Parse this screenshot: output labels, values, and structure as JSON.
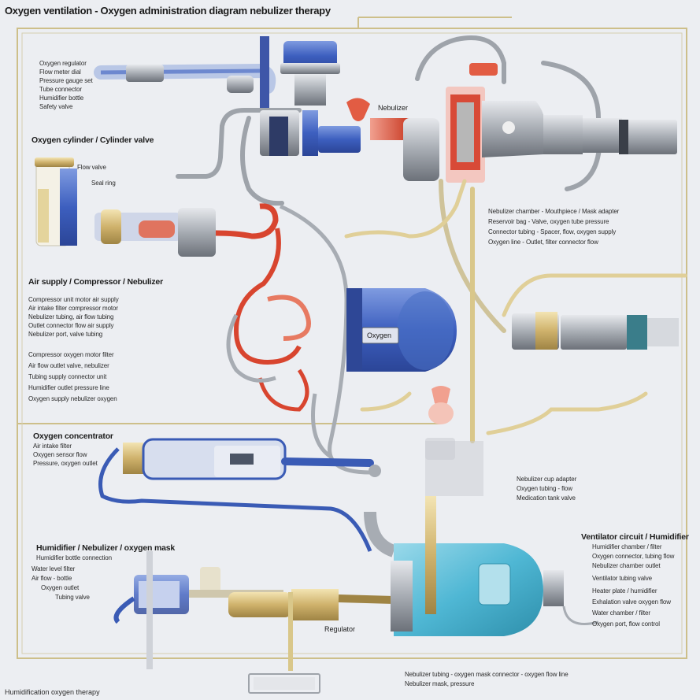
{
  "title": "Oxygen ventilation - Oxygen administration diagram nebulizer therapy",
  "labels": {
    "top_left": [
      "Oxygen regulator",
      "Flow meter dial",
      "Pressure gauge set",
      "Tube connector",
      "Humidifier bottle",
      "Safety valve"
    ],
    "cylinder_header": "Oxygen cylinder / Cylinder valve",
    "cylinder_small": [
      "Flow valve",
      "Seal ring"
    ],
    "top_center": "Nebulizer",
    "right_upper": [
      "Nebulizer chamber - Mouthpiece / Mask adapter",
      "Reservoir bag - Valve, oxygen tube pressure",
      "Connector tubing - Spacer, flow, oxygen supply",
      "Oxygen line - Outlet, filter connector flow"
    ],
    "mid_left_header": "Air supply / Compressor / Nebulizer",
    "mid_left_1": [
      "Compressor unit motor air supply",
      "Air intake filter compressor motor",
      "Nebulizer tubing, air flow tubing",
      "Outlet connector flow air supply",
      "Nebulizer port, valve tubing"
    ],
    "mid_left_2": [
      "Compressor oxygen motor filter",
      "Air flow outlet valve, nebulizer",
      "Tubing supply connector unit",
      "Humidifier outlet pressure line",
      "Oxygen supply nebulizer oxygen"
    ],
    "compressor_label": "Oxygen",
    "lower_left_header": "Oxygen concentrator",
    "lower_left": [
      "Air intake filter",
      "Oxygen sensor flow",
      "Pressure, oxygen outlet"
    ],
    "mid_right": [
      "Nebulizer cup adapter",
      "Oxygen tubing - flow",
      "Medication tank valve"
    ],
    "bottom_left_header": "Humidifier / Nebulizer / oxygen mask",
    "bottom_left_sub": "Humidifier bottle connection",
    "bottom_left": [
      "Water level filter",
      "Air flow - bottle",
      "Oxygen outlet",
      "Tubing valve"
    ],
    "right_lower_header": "Ventilator circuit / Humidifier",
    "right_lower": [
      "Humidifier chamber / filter",
      "Oxygen connector, tubing flow",
      "Nebulizer chamber outlet",
      "Ventilator tubing valve",
      "Heater plate / humidifier",
      "Exhalation valve oxygen flow",
      "Water chamber / filter",
      "Oxygen port, flow control"
    ],
    "bottom_tag": "Regulator",
    "bottom_center": [
      "Nebulizer tubing - oxygen mask connector - oxygen flow line",
      "Nebulizer mask, pressure"
    ],
    "footer": "Humidification oxygen therapy"
  },
  "colors": {
    "frame": "#cdbf8a",
    "blue_tube": "#3a5bb5",
    "red_tube": "#d8452f",
    "cream_tube": "#e8d9a5",
    "gray_tube": "#9ea3aa",
    "compressor": "#4a6fc4",
    "humidifier": "#4fb7d4"
  }
}
